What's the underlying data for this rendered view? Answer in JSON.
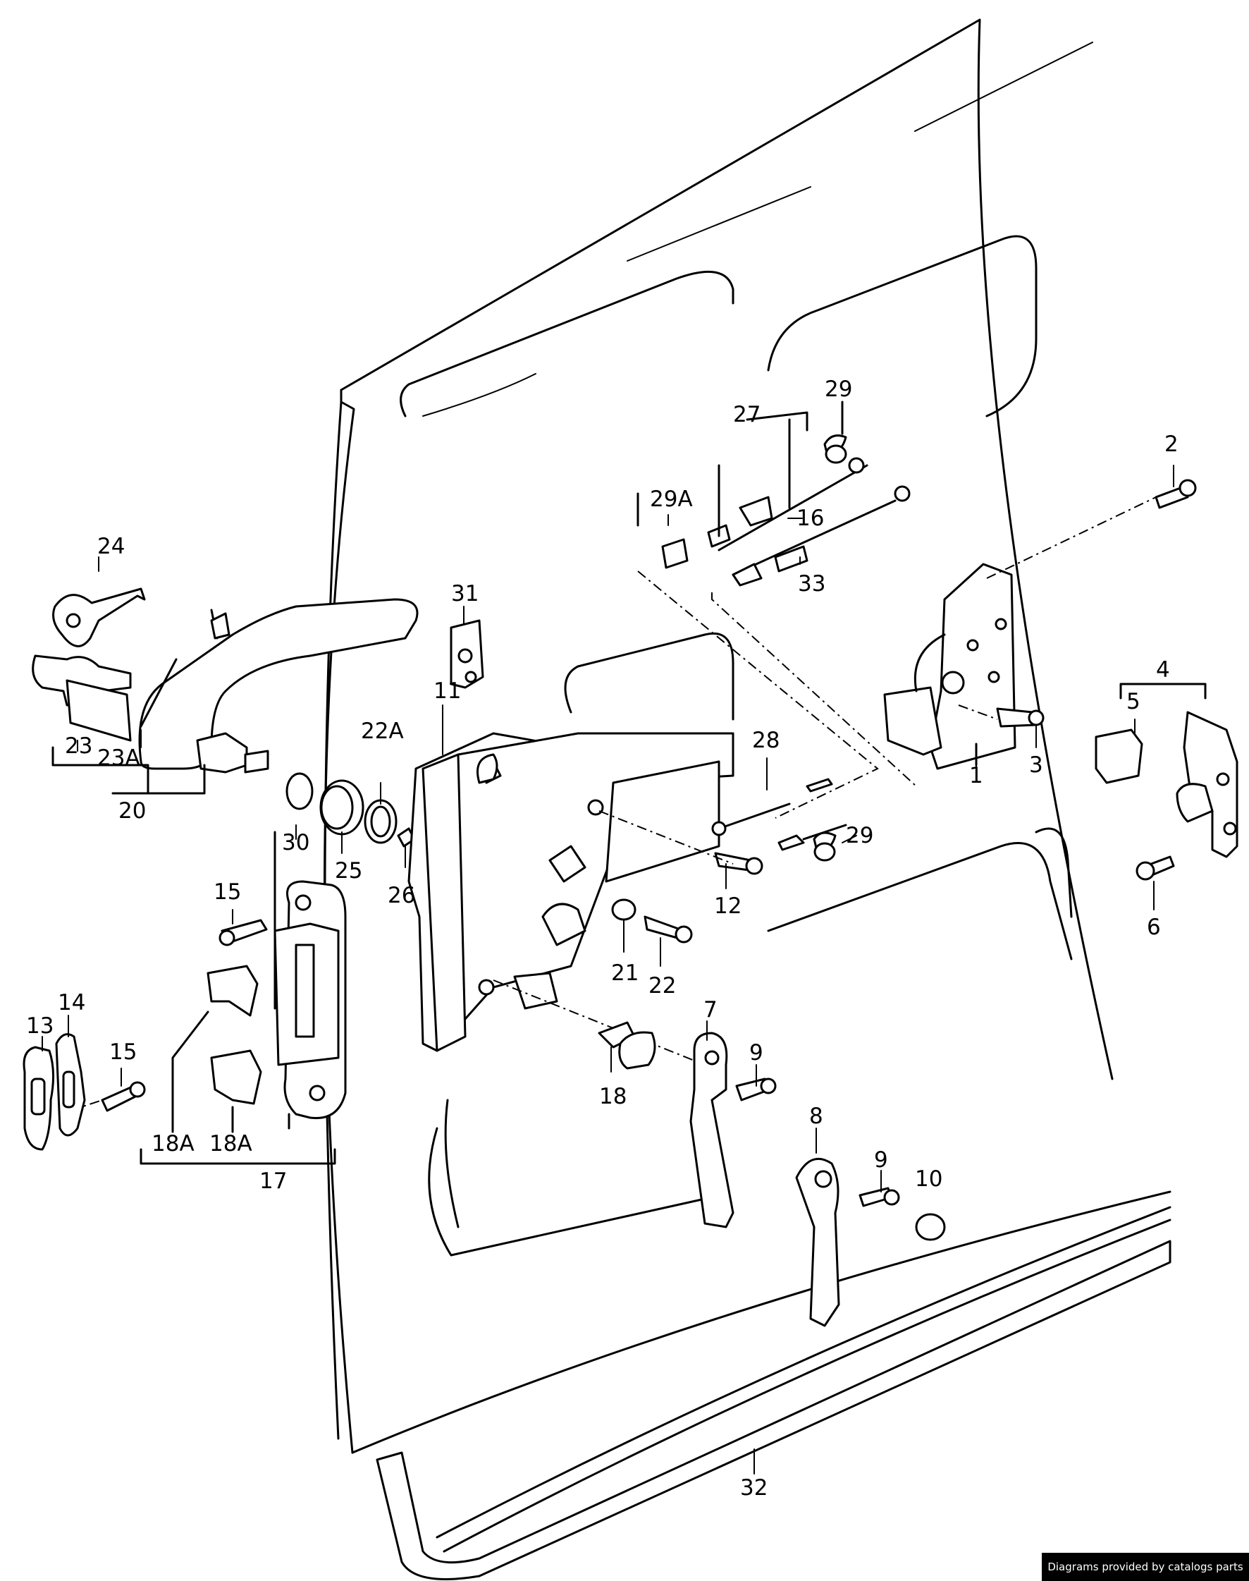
{
  "labels": {
    "l1": "1",
    "l2": "2",
    "l3": "3",
    "l4": "4",
    "l5": "5",
    "l6": "6",
    "l7": "7",
    "l8": "8",
    "l9a": "9",
    "l9b": "9",
    "l10": "10",
    "l11": "11",
    "l12": "12",
    "l13": "13",
    "l14": "14",
    "l15a": "15",
    "l15b": "15",
    "l16": "16",
    "l17": "17",
    "l18": "18",
    "l18Aa": "18A",
    "l18Ab": "18A",
    "l20": "20",
    "l21": "21",
    "l22": "22",
    "l22A": "22A",
    "l23": "23",
    "l23A": "23A",
    "l24": "24",
    "l25": "25",
    "l26": "26",
    "l27": "27",
    "l28": "28",
    "l29a": "29",
    "l29b": "29",
    "l29A": "29A",
    "l30": "30",
    "l31": "31",
    "l32": "32",
    "l33": "33"
  },
  "credit": "Diagrams provided by catalogs parts"
}
